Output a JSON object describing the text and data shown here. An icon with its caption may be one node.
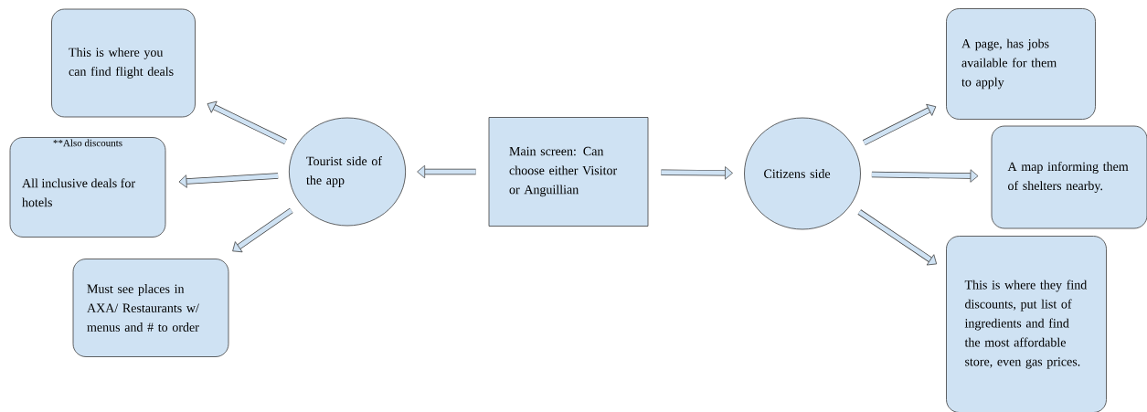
{
  "diagram": {
    "nodes": [
      {
        "text": [
          "This is where you can find flight deals"
        ]
      },
      {
        "text": [
          "**Also discounts",
          "All inclusive deals for hotels"
        ]
      },
      {
        "text": [
          "Must see places in AXA/ Restaurants w/ menus and # to order"
        ]
      },
      {
        "text": [
          "Tourist side of the app"
        ]
      },
      {
        "text": [
          "Main screen: Can choose either Visitor or Anguillian"
        ]
      },
      {
        "text": [
          "Citizens side"
        ]
      },
      {
        "text": [
          "A page, has jobs available for them to apply"
        ]
      },
      {
        "text": [
          "A map informing them of shelters nearby."
        ]
      },
      {
        "text": [
          "This is where they find discounts, put list of ingredients and find the most affordable store, even gas prices."
        ]
      }
    ],
    "edges": [
      {
        "from": 4,
        "to": 3,
        "arrow": "to"
      },
      {
        "from": 3,
        "to": 0,
        "arrow": "to"
      },
      {
        "from": 3,
        "to": 1,
        "arrow": "to"
      },
      {
        "from": 3,
        "to": 2,
        "arrow": "to"
      },
      {
        "from": 4,
        "to": 5,
        "arrow": "to"
      },
      {
        "from": 5,
        "to": 6,
        "arrow": "to"
      },
      {
        "from": 5,
        "to": 7,
        "arrow": "to"
      },
      {
        "from": 5,
        "to": 8,
        "arrow": "to"
      }
    ]
  }
}
